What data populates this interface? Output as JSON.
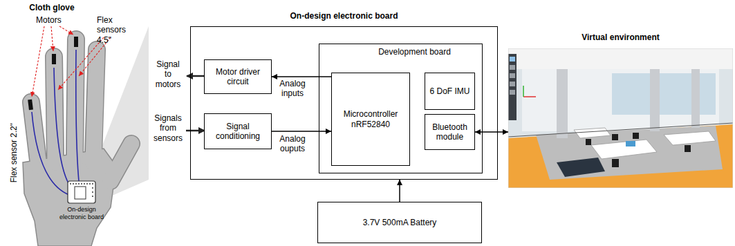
{
  "diagram": {
    "nodes": [
      {
        "text": [
          "On-design electronic board"
        ]
      },
      {
        "text": [
          "Motor driver circuit"
        ],
        "in": 0
      },
      {
        "text": [
          "Signal conditioning"
        ],
        "in": 0
      },
      {
        "text": [
          "Development board"
        ],
        "in": 0
      },
      {
        "text": [
          "Microcontroller nRF52840"
        ],
        "in": 3
      },
      {
        "text": [
          "6 DoF IMU"
        ],
        "in": 3
      },
      {
        "text": [
          "Bluetooth module"
        ],
        "in": 3
      },
      {
        "text": [
          "3.7V 500mA Battery"
        ]
      },
      {
        "text": [
          "Virtual environment"
        ]
      }
    ],
    "edges": [
      {
        "from": 4,
        "to": 1,
        "arrow": "to"
      },
      {
        "from": 2,
        "to": 4,
        "arrow": "to"
      },
      {
        "from": 6,
        "to": 8,
        "arrow": "both"
      },
      {
        "from": 7,
        "to": 0,
        "arrow": "to"
      }
    ],
    "labels": [
      "Cloth glove",
      "Motors",
      "Flex sensors 4.5\"",
      "Flex sensor 2.2\"",
      "On-design electronic board",
      "Signal to motors",
      "Signals from sensors",
      "Analog inputs",
      "Analog ouputs"
    ]
  }
}
